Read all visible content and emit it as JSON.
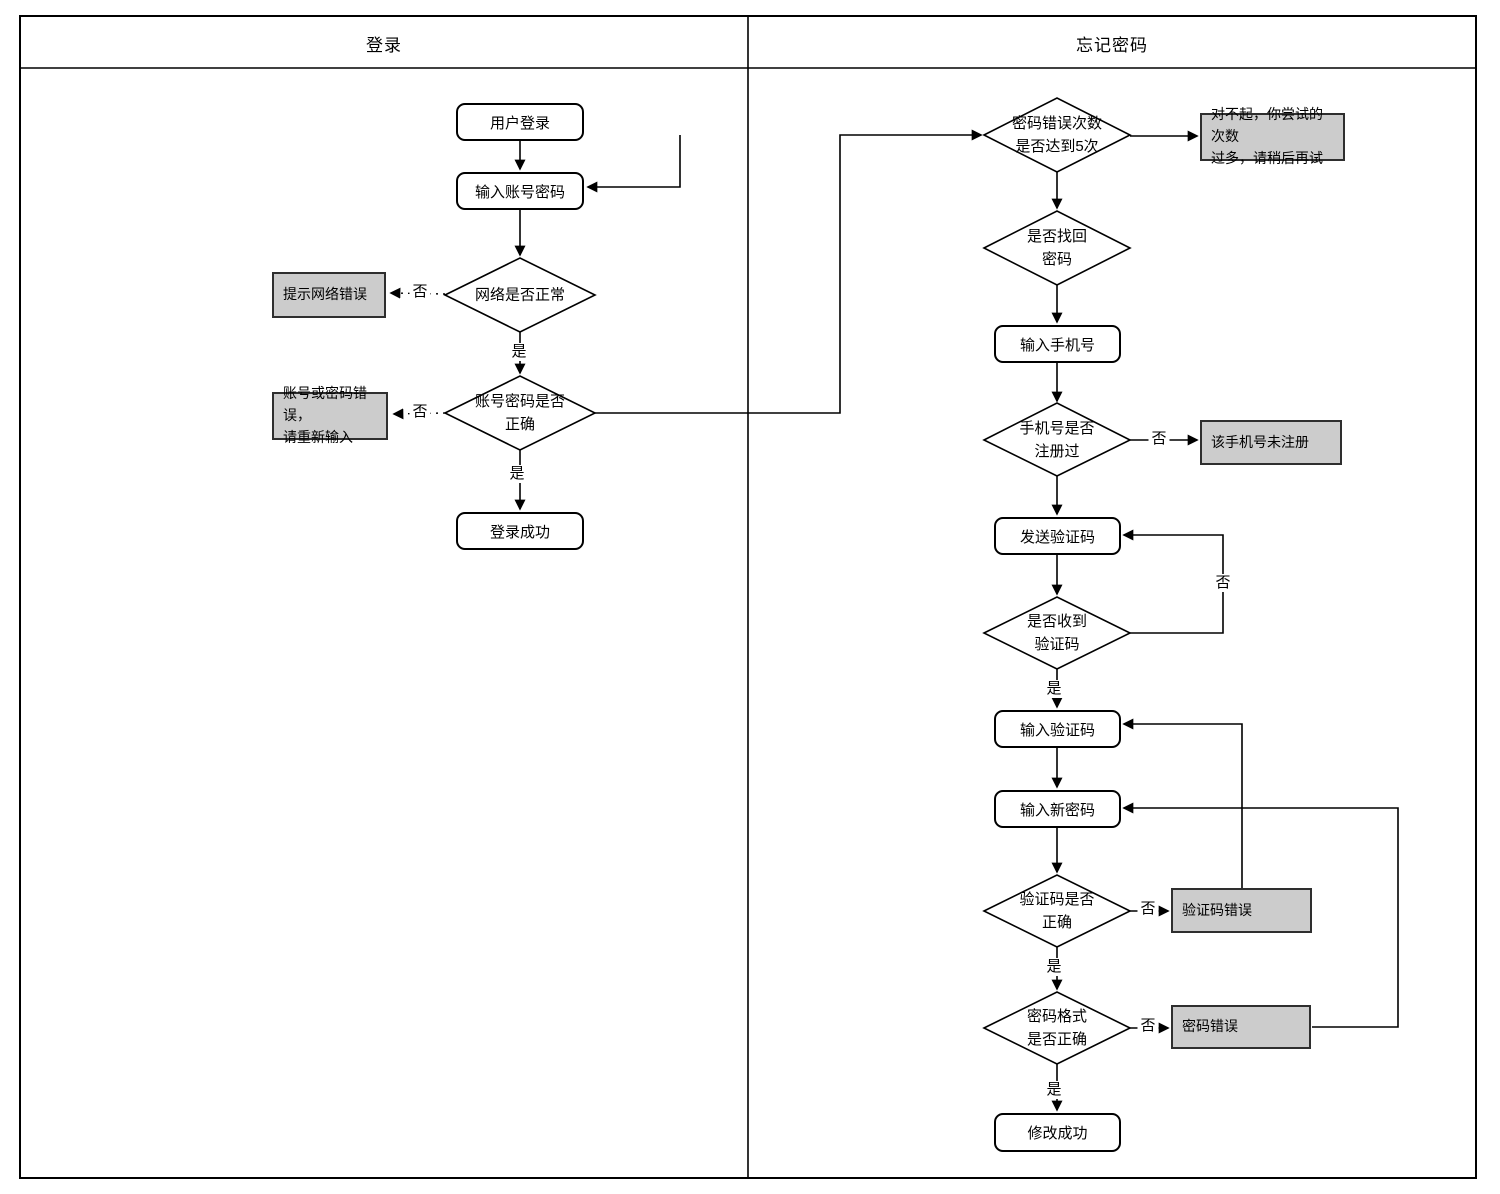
{
  "lanes": {
    "login": "登录",
    "forgot": "忘记密码"
  },
  "nodes": {
    "user_login": "用户登录",
    "enter_credentials": "输入账号密码",
    "network_ok": "网络是否正常",
    "network_error": "提示网络错误",
    "cred_ok": "账号密码是否\n正确",
    "cred_error": "账号或密码错误，\n请重新输入",
    "login_success": "登录成功",
    "attempts5": "密码错误次数\n是否达到5次",
    "too_many": "对不起，你尝试的次数\n过多，请稍后再试",
    "retrieve": "是否找回\n密码",
    "enter_phone": "输入手机号",
    "phone_registered": "手机号是否\n注册过",
    "phone_unregistered": "该手机号未注册",
    "send_code": "发送验证码",
    "code_received": "是否收到\n验证码",
    "enter_code": "输入验证码",
    "enter_newpass": "输入新密码",
    "code_correct": "验证码是否\n正确",
    "code_error": "验证码错误",
    "pass_format": "密码格式\n是否正确",
    "pass_error": "密码错误",
    "modify_success": "修改成功"
  },
  "edge_labels": {
    "yes": "是",
    "no": "否"
  },
  "colors": {
    "note_fill": "#cccccc",
    "shape_fill": "#ffffff",
    "line": "#000000"
  }
}
